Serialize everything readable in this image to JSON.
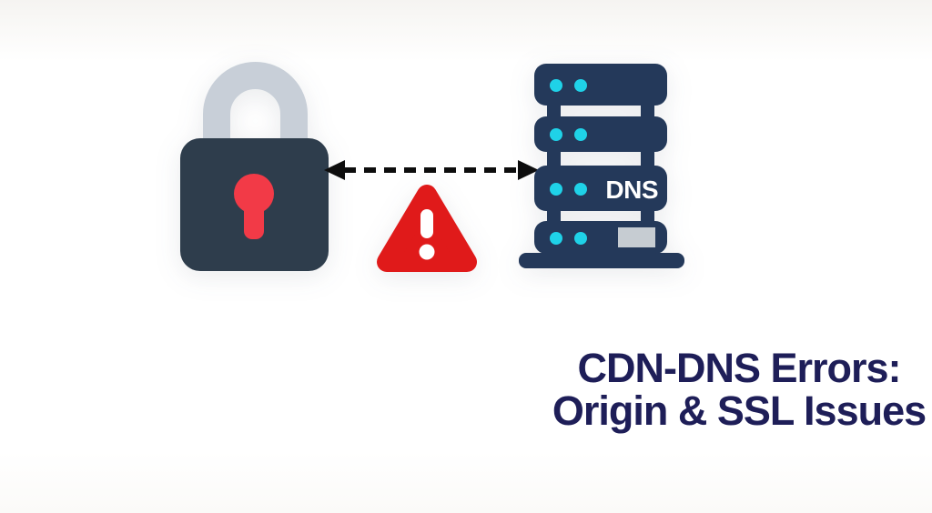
{
  "title": {
    "line1": "CDN-DNS Errors:",
    "line2": "Origin & SSL Issues",
    "color": "#1e1e58"
  },
  "lock": {
    "body_color": "#2e3d4c",
    "shackle_color": "#c8cfd8",
    "keyhole_color": "#f23a47"
  },
  "arrow": {
    "color": "#0d0d0d",
    "style": "dashed-double-headed"
  },
  "warning": {
    "triangle_color": "#e01a1a",
    "mark_color": "#ffffff"
  },
  "server": {
    "label": "DNS",
    "label_color": "#ffffff",
    "slab_color": "#24395a",
    "dot_color": "#1fd2e8",
    "panel_color": "#c6ccd2",
    "slab_count": 4,
    "dots_per_slab": 2
  },
  "background": {
    "top": "#f5f4f1",
    "main": "#ffffff"
  }
}
